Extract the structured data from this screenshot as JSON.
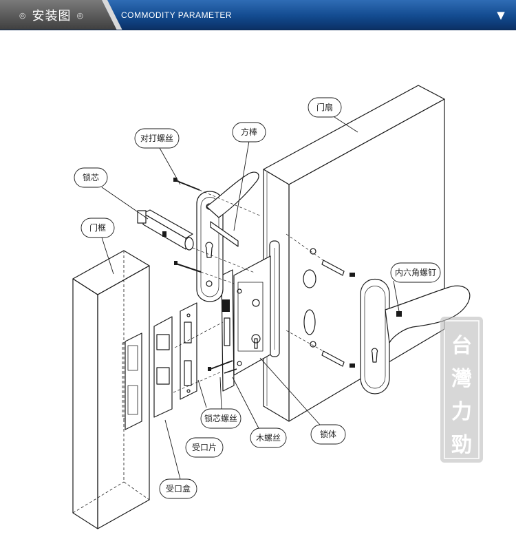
{
  "header": {
    "title_cn": "安装图",
    "dot_left": "◎",
    "dot_right": "◎",
    "title_en": "COMMODITY PARAMETER",
    "arrow": "▼",
    "colors": {
      "gray_tab": "#5a5a5a",
      "blue_band": "#0e3b78",
      "blue_light": "#2f6cb5"
    }
  },
  "labels": {
    "door_leaf": "门扇",
    "tap_screw": "对打螺丝",
    "square_bar": "方棒",
    "lock_cylinder": "锁芯",
    "door_frame": "门框",
    "hex_screw": "内六角螺钉",
    "strike_plate": "受口片",
    "strike_box": "受口盒",
    "cylinder_screw": "锁芯螺丝",
    "wood_screw": "木螺丝",
    "lock_body": "锁体"
  },
  "watermark": {
    "chars": [
      "台",
      "灣",
      "力",
      "勁"
    ]
  }
}
